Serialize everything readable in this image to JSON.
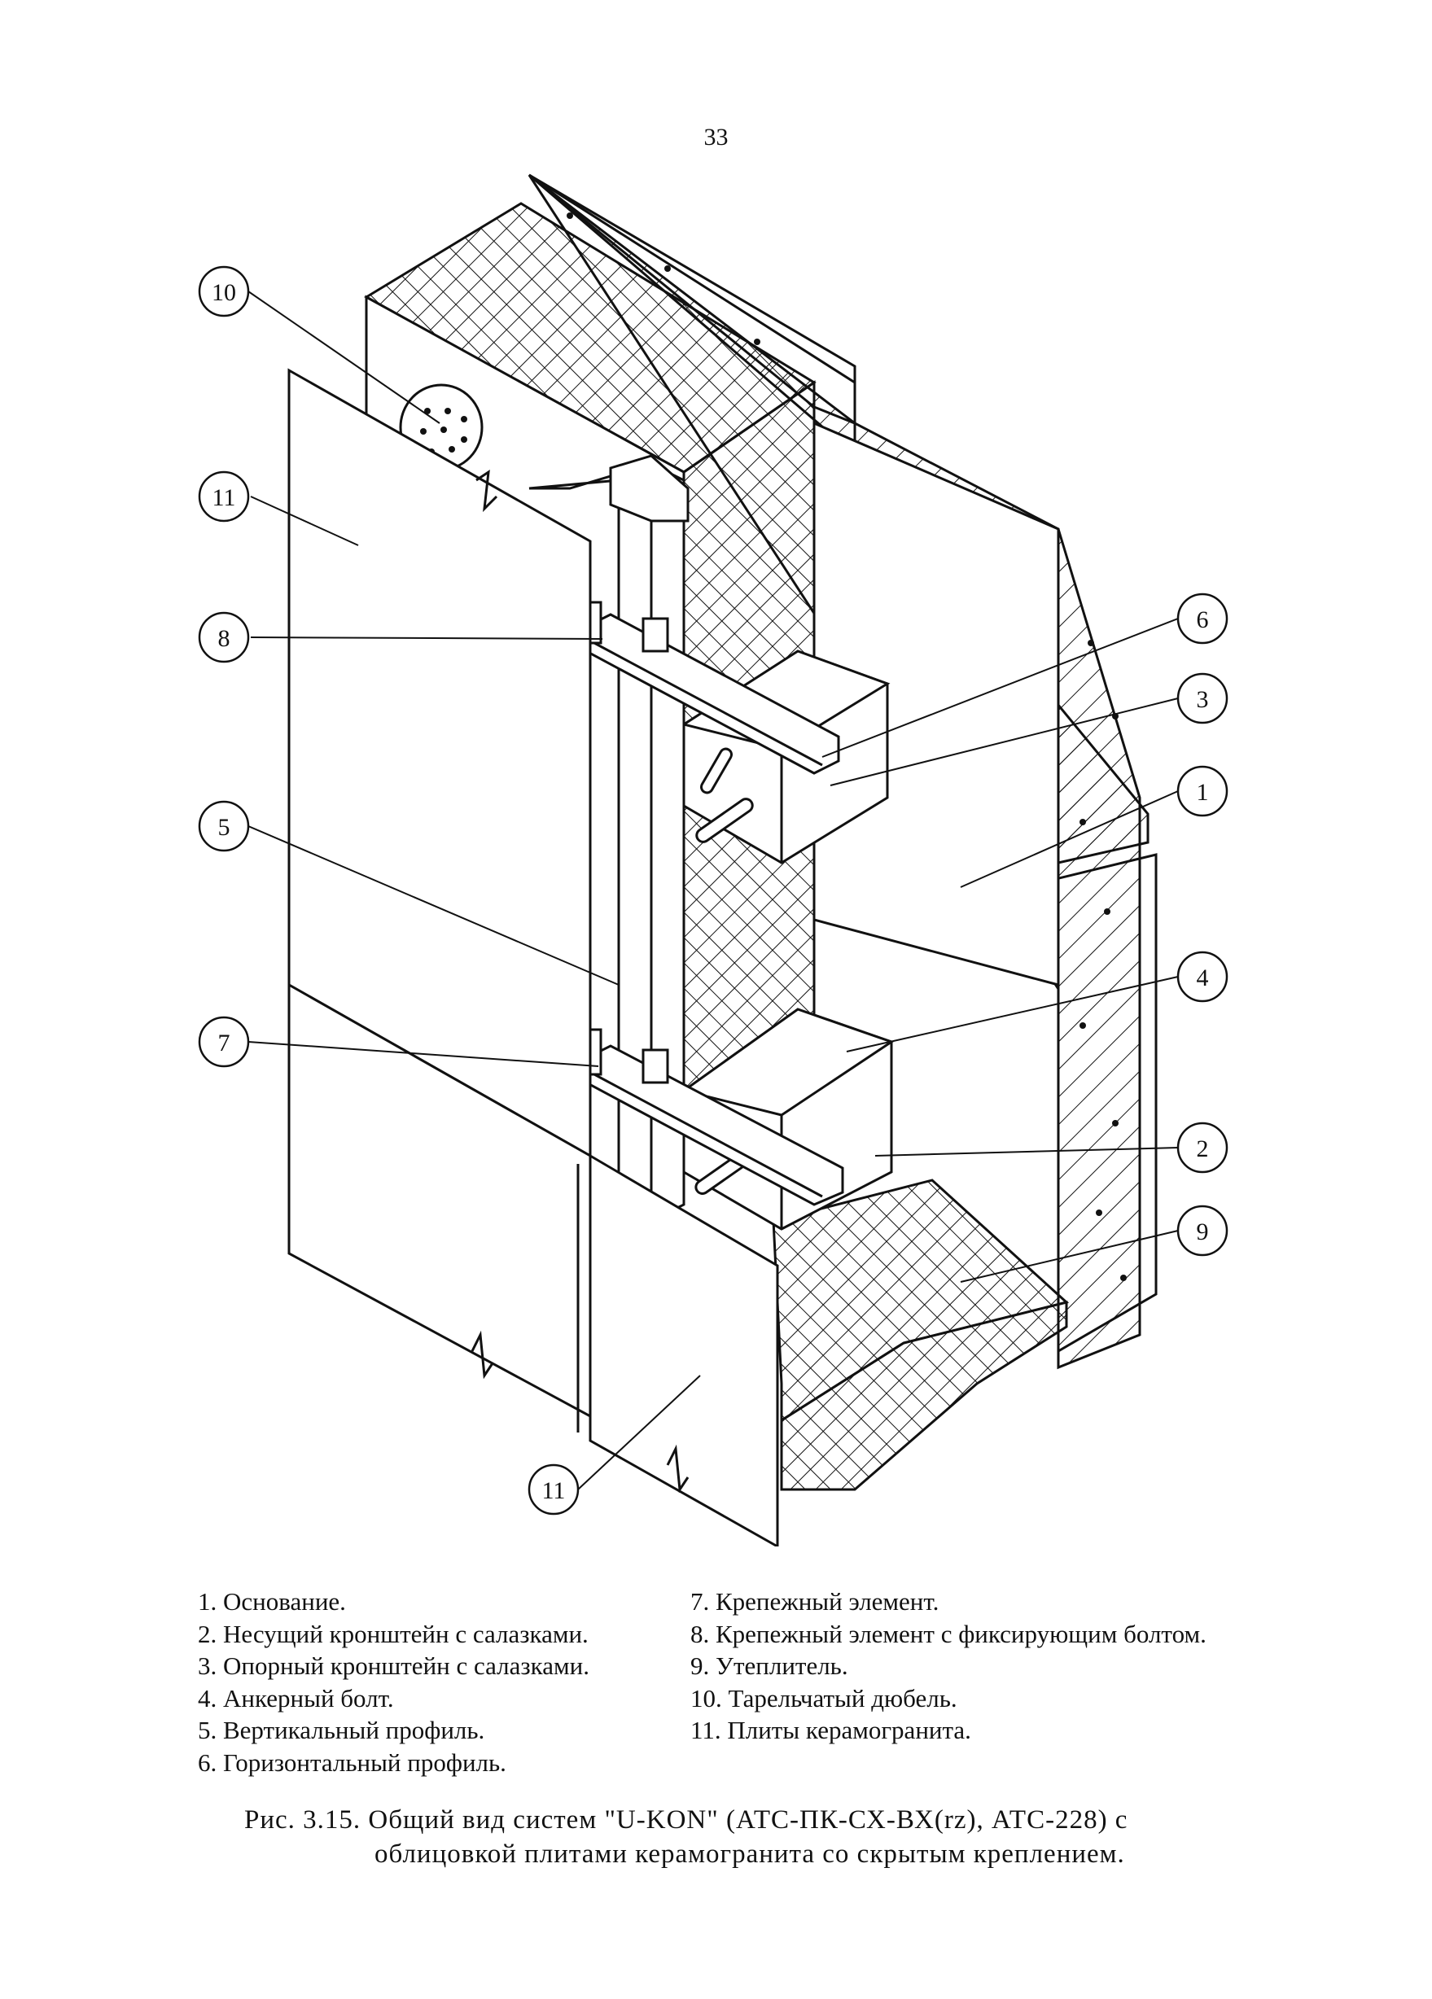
{
  "page": {
    "number": "33"
  },
  "figure": {
    "callouts": [
      "10",
      "11",
      "8",
      "5",
      "7",
      "6",
      "3",
      "1",
      "4",
      "2",
      "9",
      "11"
    ],
    "colors": {
      "ink": "#111111",
      "paper": "#ffffff"
    }
  },
  "legend": {
    "left": [
      "1. Основание.",
      "2. Несущий кронштейн с салазками.",
      "3. Опорный кронштейн с салазками.",
      "4. Анкерный болт.",
      "5. Вертикальный профиль.",
      "6. Горизонтальный профиль."
    ],
    "right": [
      "7. Крепежный элемент.",
      "8. Крепежный элемент с фиксирующим болтом.",
      "9. Утеплитель.",
      "10. Тарельчатый дюбель.",
      "11. Плиты керамогранита."
    ]
  },
  "caption": {
    "line1": "Рис. 3.15. Общий вид систем \"U-KON\" (АТС-ПК-СХ-ВХ(rz), АТС-228) с",
    "line2": "облицовкой плитами керамогранита со скрытым креплением."
  }
}
